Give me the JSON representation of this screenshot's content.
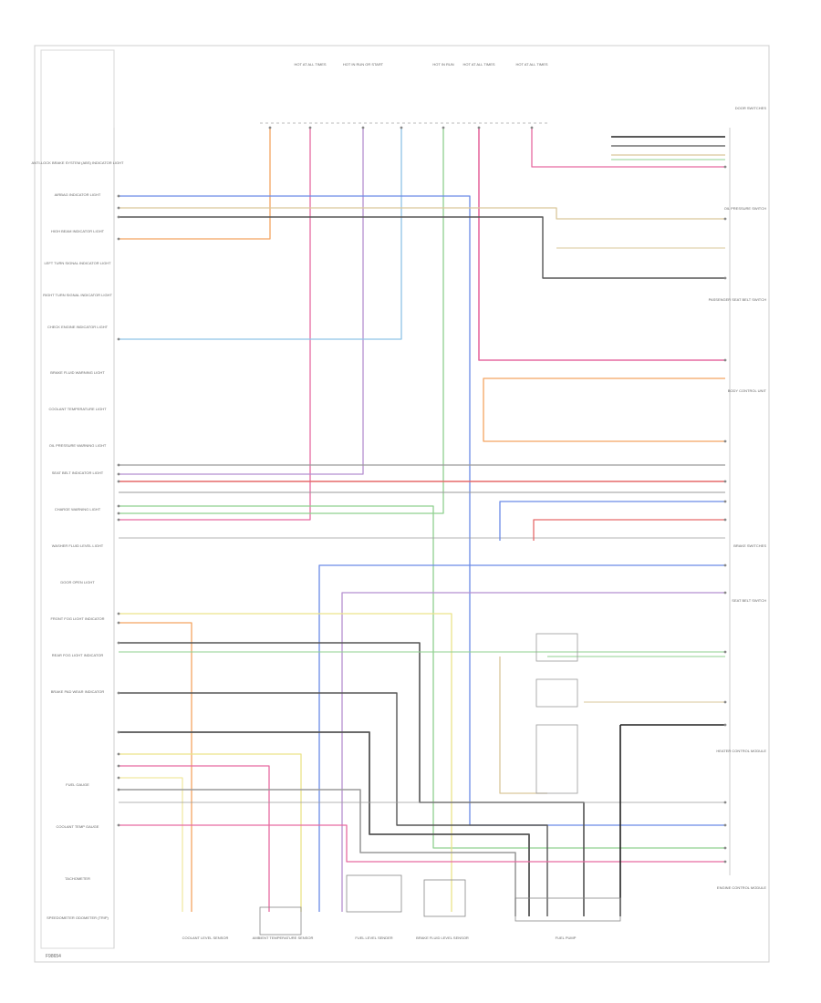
{
  "left_panel": {
    "gauges": [
      {
        "label": "ANTI-LOCK BRAKE SYSTEM (ABS) INDICATOR LIGHT"
      },
      {
        "label": "AIRBAG INDICATOR LIGHT"
      },
      {
        "label": "HIGH BEAM INDICATOR LIGHT"
      },
      {
        "label": "LEFT TURN SIGNAL INDICATOR LIGHT"
      },
      {
        "label": "RIGHT TURN SIGNAL INDICATOR LIGHT"
      },
      {
        "label": "CHECK ENGINE INDICATOR LIGHT"
      },
      {
        "label": "BRAKE FLUID WARNING LIGHT"
      },
      {
        "label": "COOLANT TEMPERATURE LIGHT"
      },
      {
        "label": "OIL PRESSURE WARNING LIGHT"
      },
      {
        "label": "SEAT BELT INDICATOR LIGHT"
      },
      {
        "label": "CHARGE WARNING LIGHT"
      },
      {
        "label": "WASHER FLUID LEVEL LIGHT"
      },
      {
        "label": "DOOR OPEN LIGHT"
      },
      {
        "label": "FRONT FOG LIGHT INDICATOR"
      },
      {
        "label": "REAR FOG LIGHT INDICATOR"
      },
      {
        "label": "BRAKE PAD WEAR INDICATOR"
      }
    ],
    "meters": [
      {
        "label": "FUEL GAUGE"
      },
      {
        "label": "COOLANT TEMP GAUGE"
      },
      {
        "label": "TACHOMETER"
      },
      {
        "label": "SPEEDOMETER ODOMETER (TRIP)"
      }
    ]
  },
  "top_labels": [
    {
      "label": "HOT AT ALL TIMES"
    },
    {
      "label": "HOT IN RUN OR START"
    },
    {
      "label": "HOT IN RUN"
    },
    {
      "label": "HOT AT ALL TIMES"
    },
    {
      "label": "HOT AT ALL TIMES"
    }
  ],
  "right_labels": [
    {
      "label": "DOOR SWITCHES"
    },
    {
      "label": "OIL PRESSURE SWITCH"
    },
    {
      "label": "PASSENGER SEAT BELT SWITCH"
    },
    {
      "label": "BODY CONTROL UNIT"
    },
    {
      "label": "BRAKE SWITCHES"
    },
    {
      "label": "SEAT BELT SWITCH"
    },
    {
      "label": "HEATER CONTROL MODULE"
    },
    {
      "label": "ENGINE CONTROL MODULE"
    }
  ],
  "bottom_labels": [
    {
      "label": "COOLANT LEVEL SENSOR"
    },
    {
      "label": "AMBIENT TEMPERATURE SENSOR"
    },
    {
      "label": "FUEL LEVEL SENDER"
    },
    {
      "label": "BRAKE FLUID LEVEL SENSOR"
    },
    {
      "label": "FUEL PUMP"
    }
  ],
  "footer": {
    "code": "F98654"
  },
  "colors": {
    "orange": "#f4a460",
    "pink": "#e66aa0",
    "violet": "#b58fd0",
    "blue": "#6a8ae6",
    "green": "#8fd08f",
    "lightblue": "#8fc4e6",
    "red": "#e66a6a",
    "yellow": "#ece38a",
    "gray": "#9a9a9a",
    "dark": "#555555",
    "tan": "#d9c79a",
    "black": "#222222"
  }
}
